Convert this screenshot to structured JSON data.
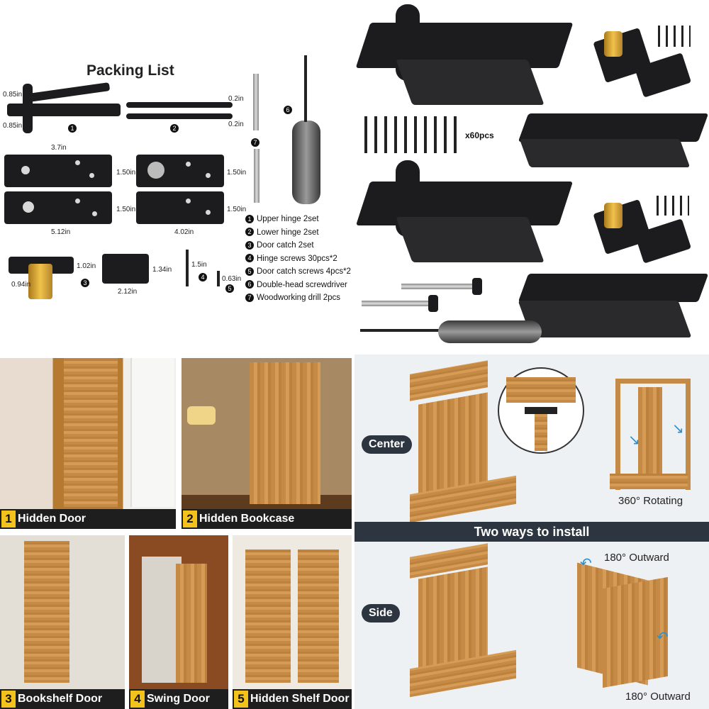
{
  "packing": {
    "title": "Packing List",
    "dims": {
      "upper_thk": "0.85in",
      "lower_thk": "0.85in",
      "plate_thk_top": "0.2in",
      "plate_thk_bot": "0.2in",
      "length_left_top": "3.7in",
      "height_a": "1.50in",
      "height_b": "1.50in",
      "height_c": "1.50in",
      "height_d": "1.50in",
      "length_left_bottom": "5.12in",
      "length_right_bottom": "4.02in",
      "catch_h": "1.02in",
      "catch_w": "0.94in",
      "plate_h": "1.34in",
      "plate_w": "2.12in",
      "screw_big": "1.5in",
      "screw_small": "0.63in"
    },
    "markers": [
      "1",
      "2",
      "3",
      "4",
      "5",
      "6",
      "7"
    ],
    "items": [
      {
        "n": "1",
        "text": "Upper hinge   2set"
      },
      {
        "n": "2",
        "text": "Lower hinge   2set"
      },
      {
        "n": "3",
        "text": "Door catch    2set"
      },
      {
        "n": "4",
        "text": "Hinge screws  30pcs*2"
      },
      {
        "n": "5",
        "text": "Door catch screws 4pcs*2"
      },
      {
        "n": "6",
        "text": "Double-head screwdriver"
      },
      {
        "n": "7",
        "text": "Woodworking drill 2pcs"
      }
    ]
  },
  "product": {
    "screw_count": "x60pcs"
  },
  "uses": [
    {
      "num": "1",
      "label": "Hidden Door"
    },
    {
      "num": "2",
      "label": "Hidden Bookcase"
    },
    {
      "num": "3",
      "label": "Bookshelf Door"
    },
    {
      "num": "4",
      "label": "Swing Door"
    },
    {
      "num": "5",
      "label": "Hidden Shelf Door"
    }
  ],
  "install": {
    "center_label": "Center",
    "side_label": "Side",
    "rotating": "360° Rotating",
    "banner": "Two ways to install",
    "outward_top": "180° Outward",
    "outward_bottom": "180° Outward"
  },
  "colors": {
    "accent": "#f3c21b",
    "dark": "#1e1e1e",
    "banner": "#2d3640"
  }
}
